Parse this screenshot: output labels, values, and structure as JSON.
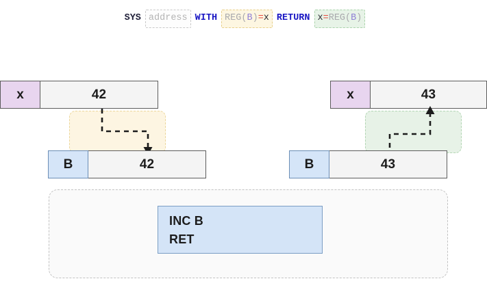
{
  "signature": {
    "tokens": [
      {
        "id": "sys",
        "text": "SYS",
        "style": "kw-sys"
      },
      {
        "id": "address",
        "text": "address",
        "style": "slot"
      },
      {
        "id": "with",
        "text": "WITH",
        "style": "kw"
      },
      {
        "id": "reg_b_eq_x",
        "style": "slot-yellow",
        "parts": [
          {
            "text": "REG",
            "color": "c-gray"
          },
          {
            "text": "(",
            "color": "c-gray"
          },
          {
            "text": "B",
            "color": "c-purp"
          },
          {
            "text": ")",
            "color": "c-gray"
          },
          {
            "text": "=",
            "color": "c-red"
          },
          {
            "text": "x",
            "color": "c-dark"
          }
        ]
      },
      {
        "id": "return",
        "text": "RETURN",
        "style": "kw"
      },
      {
        "id": "x_eq_reg_b",
        "style": "slot-green",
        "parts": [
          {
            "text": "x",
            "color": "c-dark"
          },
          {
            "text": "=",
            "color": "c-red"
          },
          {
            "text": "REG",
            "color": "c-gray"
          },
          {
            "text": "(",
            "color": "c-gray"
          },
          {
            "text": "B",
            "color": "c-purp"
          },
          {
            "text": ")",
            "color": "c-gray"
          }
        ]
      }
    ]
  },
  "left_panel": {
    "variable": {
      "name": "x",
      "value": "42"
    },
    "register": {
      "name": "B",
      "value": "42"
    },
    "flow_direction": "variable-to-register"
  },
  "right_panel": {
    "variable": {
      "name": "x",
      "value": "43"
    },
    "register": {
      "name": "B",
      "value": "43"
    },
    "flow_direction": "register-to-variable"
  },
  "subroutine": {
    "code_lines": [
      "INC B",
      "RET"
    ]
  },
  "colors": {
    "variable_cell": "#e8d5ef",
    "register_cell": "#d5e5f8",
    "value_cell": "#f4f4f4",
    "flow_in": "#fdf5e2",
    "flow_out": "#e7f2e7",
    "code_block": "#d4e4f7",
    "keyword": "#1a17c4",
    "assign": "#e8483c",
    "register_ref": "#8f7fd6",
    "placeholder": "#b4b4b4"
  }
}
